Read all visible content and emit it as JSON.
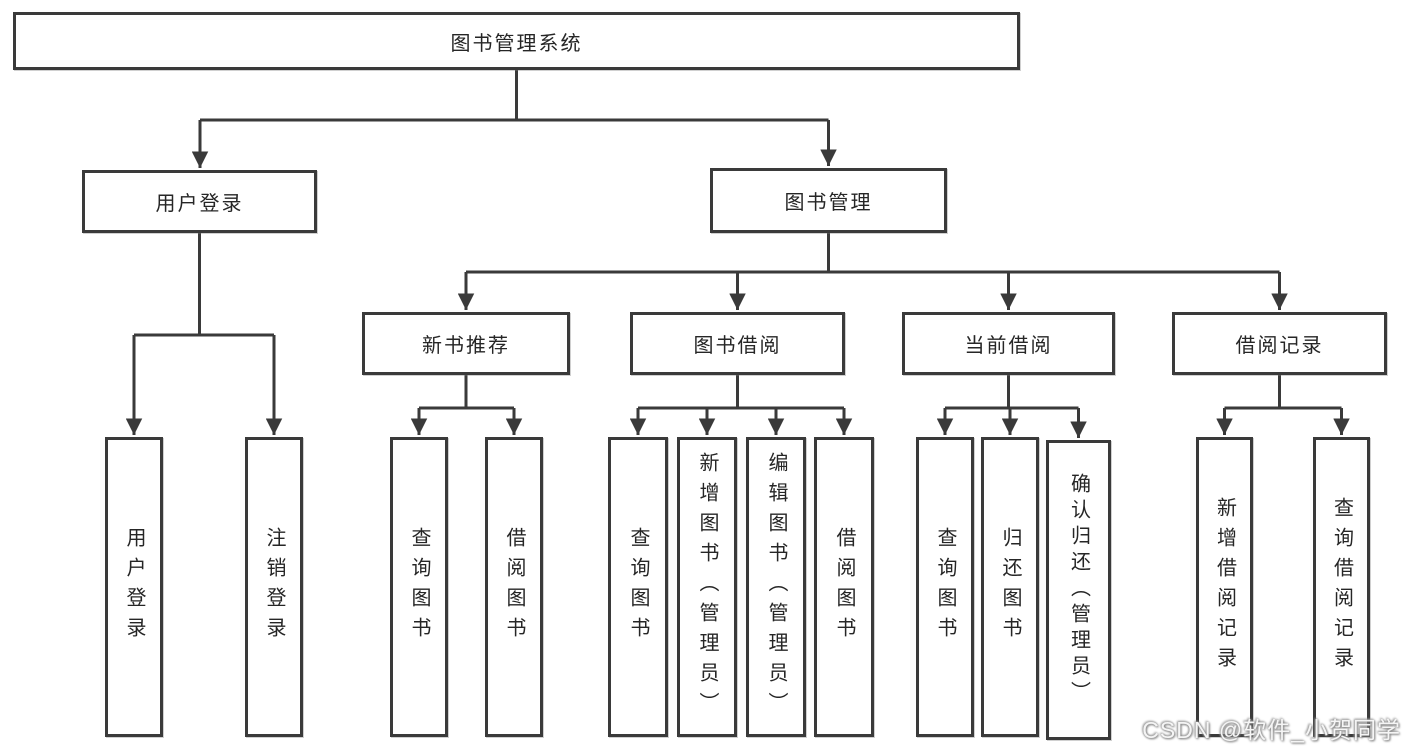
{
  "diagram": {
    "title": "图书管理系统",
    "type": "hierarchy-tree",
    "colors": {
      "line": "#3a3a3a",
      "box_border": "#3a3a3a",
      "box_fill": "#ffffff",
      "text": "#262626",
      "background": "#ffffff",
      "watermark_text": "#f5f5f5"
    },
    "nodes": {
      "root": {
        "label": "图书管理系统"
      },
      "user_login": {
        "label": "用户登录"
      },
      "book_management": {
        "label": "图书管理"
      },
      "new_book_recommend": {
        "label": "新书推荐"
      },
      "book_borrowing": {
        "label": "图书借阅"
      },
      "current_borrowing": {
        "label": "当前借阅"
      },
      "borrowing_records": {
        "label": "借阅记录"
      },
      "leaf_user_login": {
        "label": "用户登录"
      },
      "leaf_logout": {
        "label": "注销登录"
      },
      "leaf_nb_query_books": {
        "label": "查询图书"
      },
      "leaf_nb_borrow_books": {
        "label": "借阅图书"
      },
      "leaf_bb_query_books": {
        "label": "查询图书"
      },
      "leaf_bb_add_books": {
        "label": "新增图书（管理员）"
      },
      "leaf_bb_edit_books": {
        "label": "编辑图书（管理员）"
      },
      "leaf_bb_borrow_books": {
        "label": "借阅图书"
      },
      "leaf_cb_query_books": {
        "label": "查询图书"
      },
      "leaf_cb_return_books": {
        "label": "归还图书"
      },
      "leaf_cb_confirm_return": {
        "label": "确认归还（管理员）"
      },
      "leaf_br_add_record": {
        "label": "新增借阅记录"
      },
      "leaf_br_query_record": {
        "label": "查询借阅记录"
      }
    },
    "edges": [
      "root->用户登录",
      "root->图书管理",
      "用户登录->用户登录(叶)",
      "用户登录->注销登录",
      "图书管理->新书推荐",
      "图书管理->图书借阅",
      "图书管理->当前借阅",
      "图书管理->借阅记录",
      "新书推荐->查询图书",
      "新书推荐->借阅图书",
      "图书借阅->查询图书",
      "图书借阅->新增图书（管理员）",
      "图书借阅->编辑图书（管理员）",
      "图书借阅->借阅图书",
      "当前借阅->查询图书",
      "当前借阅->归还图书",
      "当前借阅->确认归还（管理员）",
      "借阅记录->新增借阅记录",
      "借阅记录->查询借阅记录"
    ]
  },
  "watermark": {
    "text": "CSDN @软件_小贺同学"
  }
}
